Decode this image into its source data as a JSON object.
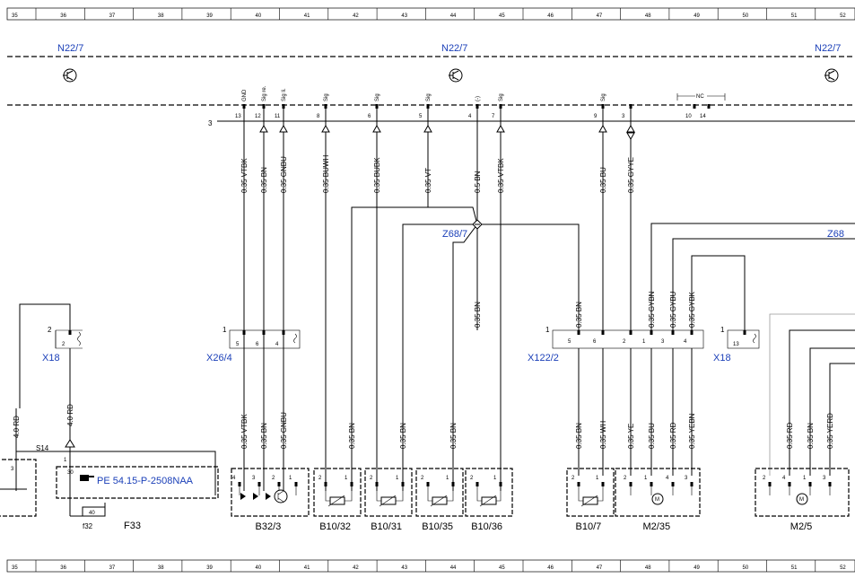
{
  "grid": {
    "columns": [
      "35",
      "36",
      "37",
      "38",
      "39",
      "40",
      "41",
      "42",
      "43",
      "44",
      "45",
      "46",
      "47",
      "48",
      "49",
      "50",
      "51",
      "52"
    ]
  },
  "modules": [
    {
      "id": "n22-left",
      "label": "N22/7"
    },
    {
      "id": "n22-mid",
      "label": "N22/7"
    },
    {
      "id": "n22-right",
      "label": "N22/7"
    }
  ],
  "module_pins": [
    {
      "num": "13",
      "sig": "GND"
    },
    {
      "num": "12",
      "sig": "Sig re."
    },
    {
      "num": "11",
      "sig": "Sig li."
    },
    {
      "num": "8",
      "sig": "Sig"
    },
    {
      "num": "6",
      "sig": "Sig"
    },
    {
      "num": "5",
      "sig": "Sig"
    },
    {
      "num": "4",
      "sig": "(-)"
    },
    {
      "num": "7",
      "sig": "Sig"
    },
    {
      "num": "9",
      "sig": "Sig"
    },
    {
      "num": "3",
      "sig": ""
    },
    {
      "num": "10",
      "sig": ""
    },
    {
      "num": "14",
      "sig": ""
    }
  ],
  "nc_label": "NC",
  "bus_number": "3",
  "wires_top": [
    "0.35 VTBK",
    "0.35 BN",
    "0.35 GNBU",
    "0.35 BUWH",
    "0.35 BUBK",
    "0.35 VT",
    "0.5 BN",
    "0.35 VTBK",
    "0.35 BU",
    "0.35 GYYE"
  ],
  "splices": [
    {
      "label": "Z68/7"
    },
    {
      "label": "Z68"
    }
  ],
  "wires_mid": [
    "0.35 BN",
    "0.35 BN",
    "0.35 GYBN",
    "0.35 GYBU",
    "0.35 GYBK"
  ],
  "connectors": [
    {
      "label": "X18",
      "num": "2",
      "pin": "2"
    },
    {
      "label": "X26/4",
      "num": "1",
      "pins": [
        "5",
        "6",
        "4"
      ]
    },
    {
      "label": "X122/2",
      "num": "1",
      "pins": [
        "5",
        "6",
        "2",
        "1",
        "3",
        "4"
      ]
    },
    {
      "label": "X18",
      "num": "1",
      "pin": "13"
    }
  ],
  "wires_low": [
    "4.0 RD",
    "4.0 RD",
    "0.35 VTBK",
    "0.35 BN",
    "0.35 GNBU",
    "0.35 BN",
    "0.35 BN",
    "0.35 BN",
    "0.35 BN",
    "0.35 WH",
    "0.35 YE",
    "0.35 BU",
    "0.35 RD",
    "0.35 YEBN",
    "0.35 RD",
    "0.35 BN",
    "0.35 YERD"
  ],
  "fuse": {
    "label": "S14",
    "ref": "PE 54.15-P-2508NAA",
    "terminal": "30",
    "fuse_num": "40",
    "fuse_label": "f32",
    "block": "F33",
    "pin1": "1"
  },
  "components": [
    {
      "label": "B32/3",
      "pins": [
        "4",
        "3",
        "2",
        "1"
      ]
    },
    {
      "label": "B10/32",
      "pins": [
        "2",
        "1"
      ]
    },
    {
      "label": "B10/31",
      "pins": [
        "2",
        "1"
      ]
    },
    {
      "label": "B10/35",
      "pins": [
        "2",
        "1"
      ]
    },
    {
      "label": "B10/36",
      "pins": [
        "2",
        "1"
      ]
    },
    {
      "label": "B10/7",
      "pins": [
        "2",
        "1"
      ]
    },
    {
      "label": "M2/35",
      "pins": [
        "2",
        "1",
        "4",
        "3"
      ]
    },
    {
      "label": "M2/5",
      "pins": [
        "2",
        "4",
        "1",
        "3"
      ]
    }
  ],
  "left_box": {
    "pin": "3"
  }
}
